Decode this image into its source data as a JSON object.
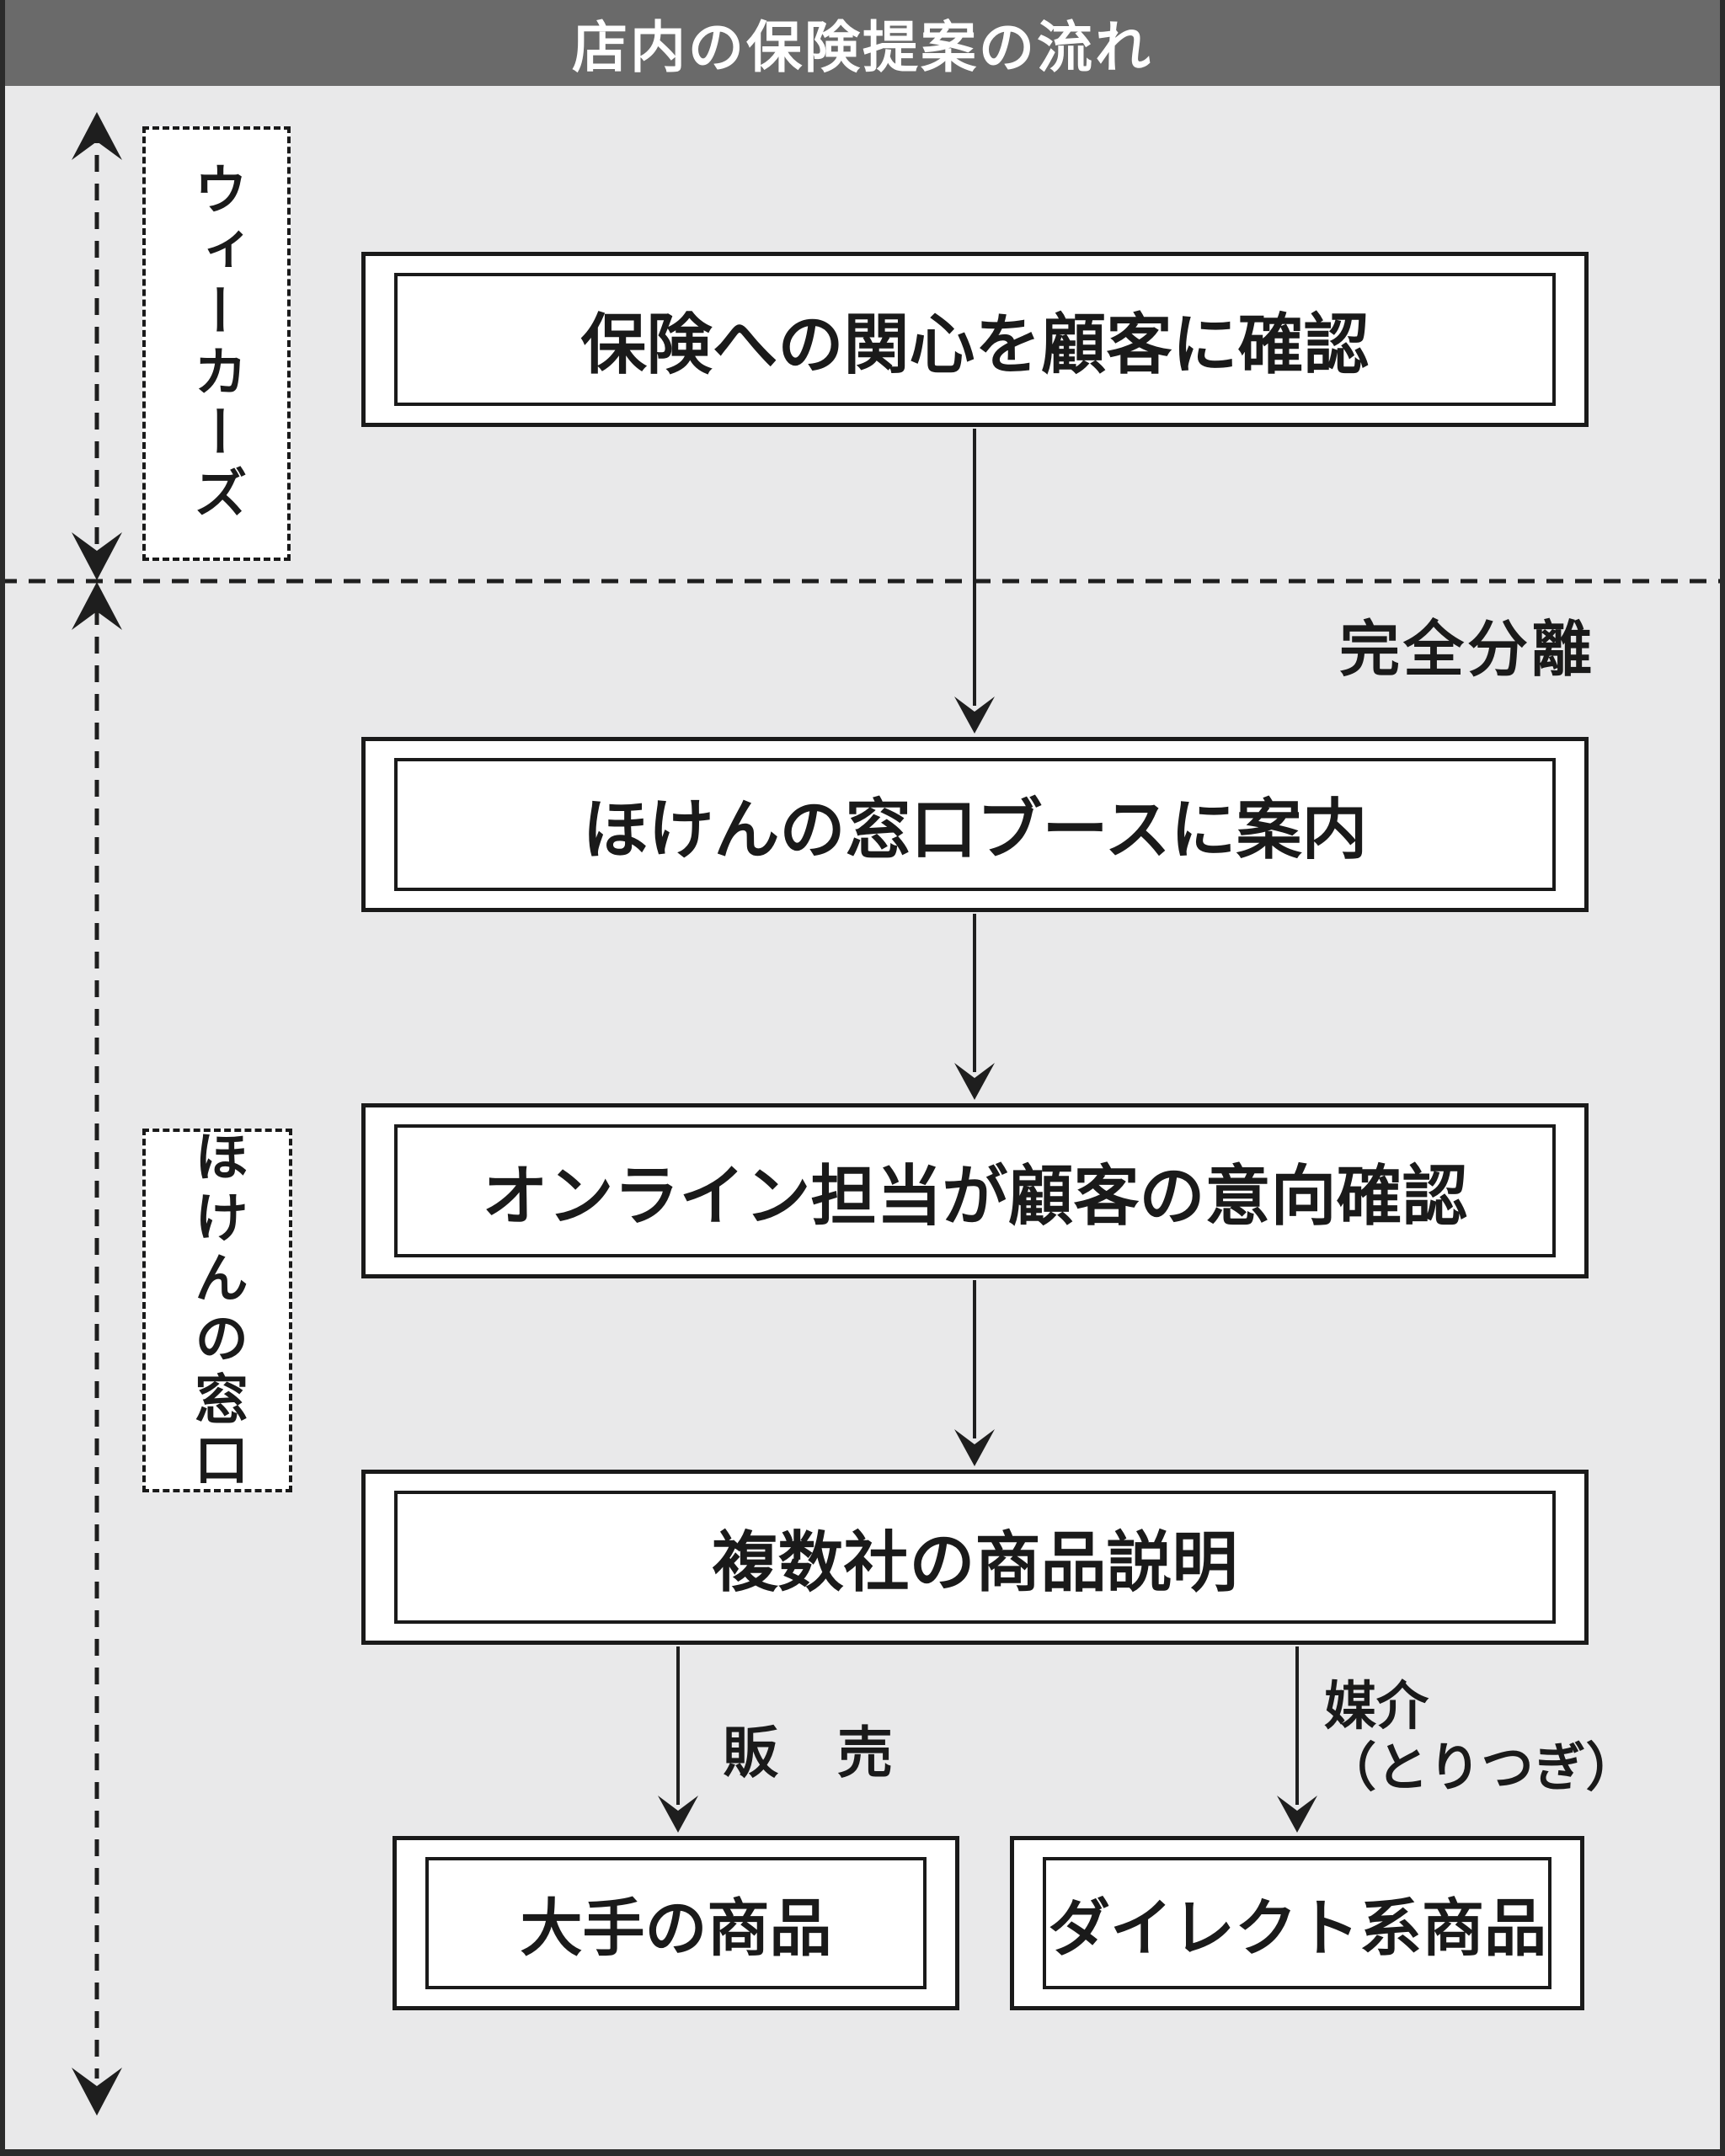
{
  "title": "店内の保険提案の流れ",
  "colors": {
    "title_bar": "#6a6a6a",
    "title_text": "#ffffff",
    "background": "#e9e9ea",
    "box_fill": "#ffffff",
    "line": "#1e1e1e"
  },
  "lanes": [
    {
      "label": "ウィーカーズ"
    },
    {
      "label": "ほけんの窓口"
    }
  ],
  "separator_label": "完全分離",
  "steps": [
    {
      "label": "保険への関心を顧客に確認"
    },
    {
      "label": "ほけんの窓口ブースに案内"
    },
    {
      "label": "オンライン担当が顧客の意向確認"
    },
    {
      "label": "複数社の商品説明"
    }
  ],
  "outcomes": [
    {
      "label": "大手の商品",
      "arrow_label": "販　売"
    },
    {
      "label": "ダイレクト系商品",
      "arrow_label": "媒介\n（とりつぎ）"
    }
  ]
}
